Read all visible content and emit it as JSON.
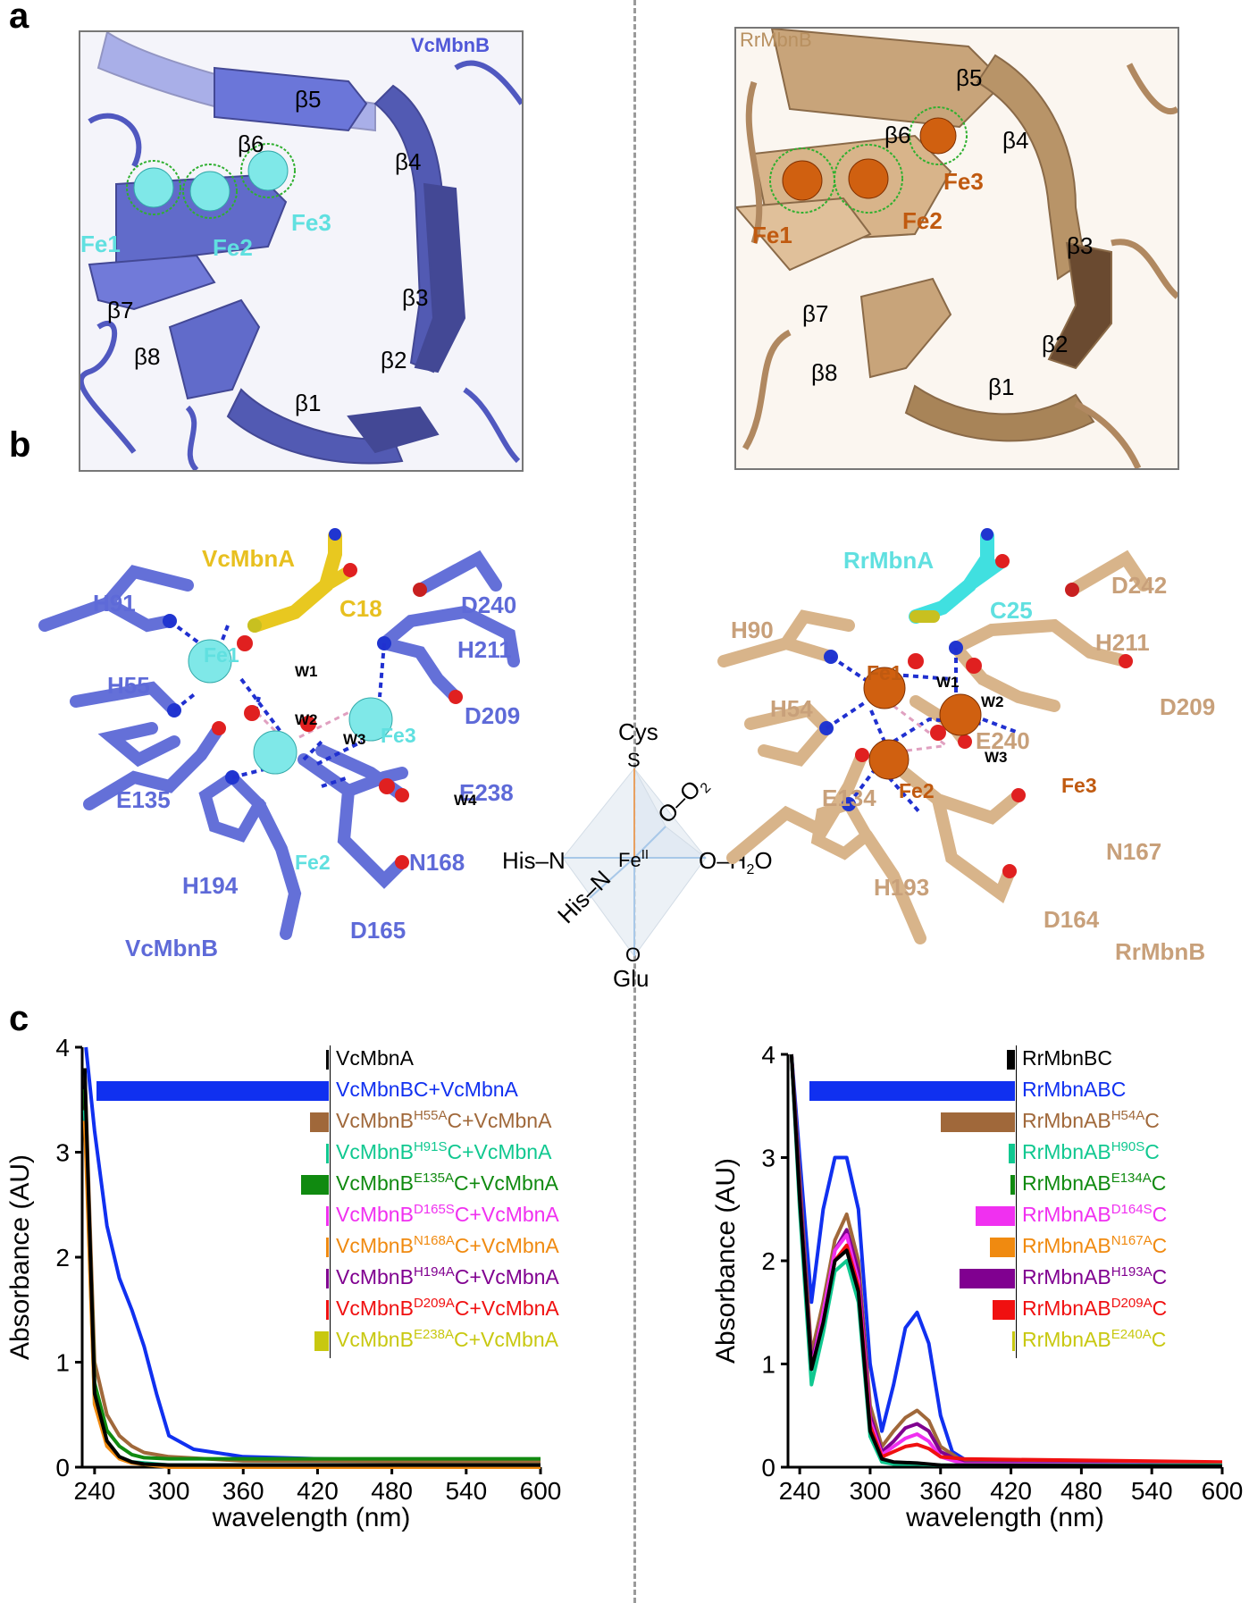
{
  "panels": {
    "a": "a",
    "b": "b",
    "c": "c"
  },
  "panel_a": {
    "left": {
      "protein": "VcMbnB",
      "color": "#6470d8",
      "strands": [
        "β5",
        "β6",
        "β4",
        "β3",
        "β2",
        "β1",
        "β7",
        "β8"
      ],
      "irons": [
        "Fe1",
        "Fe2",
        "Fe3"
      ],
      "iron_color": "#7fe8e8"
    },
    "right": {
      "protein": "RrMbnB",
      "color": "#d8b48a",
      "strands": [
        "β5",
        "β6",
        "β4",
        "β3",
        "β2",
        "β1",
        "β7",
        "β8"
      ],
      "irons": [
        "Fe1",
        "Fe2",
        "Fe3"
      ],
      "iron_color": "#d06010"
    }
  },
  "panel_b": {
    "left": {
      "chainA": "VcMbnA",
      "chainB": "VcMbnB",
      "chainA_color": "#e8c820",
      "residues": [
        "H91",
        "H55",
        "C18",
        "D240",
        "H211",
        "D209",
        "E135",
        "E238",
        "H194",
        "N168",
        "D165"
      ],
      "irons": [
        "Fe1",
        "Fe2",
        "Fe3"
      ],
      "waters": [
        "W1",
        "W2",
        "W3",
        "W4"
      ]
    },
    "right": {
      "chainA": "RrMbnA",
      "chainB": "RrMbnB",
      "chainA_color": "#40e0e0",
      "residues": [
        "H90",
        "H54",
        "C25",
        "D242",
        "H211",
        "D209",
        "E240",
        "E134",
        "H193",
        "N167",
        "D164"
      ],
      "irons": [
        "Fe1",
        "Fe2",
        "Fe3"
      ],
      "waters": [
        "W1",
        "W2",
        "W3"
      ]
    },
    "scheme": {
      "top": "Cys",
      "top_atom": "S",
      "center": "Fe",
      "center_sup": "II",
      "left": "His–N",
      "lower_left": "His–N",
      "right": "O–H",
      "right_sub": "2",
      "right_tail": "O",
      "upper_right": "O–O",
      "upper_right_sub": "2",
      "bottom_atom": "O",
      "bottom": "Glu"
    }
  },
  "chart_data": [
    {
      "type": "line",
      "ylabel": "Absorbance (AU)",
      "xlabel": "wavelength (nm)",
      "xlim": [
        230,
        600
      ],
      "ylim": [
        0,
        4
      ],
      "xticks": [
        240,
        300,
        360,
        420,
        480,
        540,
        600
      ],
      "yticks": [
        0,
        1,
        2,
        3,
        4
      ],
      "legend": [
        {
          "base": "VcMbnA",
          "sup": "",
          "tail": "",
          "color": "#000000",
          "bar": 0.0
        },
        {
          "base": "VcMbnBC+VcMbnA",
          "sup": "",
          "tail": "",
          "color": "#1030f0",
          "bar": 1.0
        },
        {
          "base": "VcMbnB",
          "sup": "H55A",
          "tail": "C+VcMbnA",
          "color": "#a0683a",
          "bar": 0.08
        },
        {
          "base": "VcMbnB",
          "sup": "H91S",
          "tail": "C+VcMbnA",
          "color": "#10c890",
          "bar": 0.01
        },
        {
          "base": "VcMbnB",
          "sup": "E135A",
          "tail": "C+VcMbnA",
          "color": "#108a10",
          "bar": 0.12
        },
        {
          "base": "VcMbnB",
          "sup": "D165S",
          "tail": "C+VcMbnA",
          "color": "#f030f0",
          "bar": 0.01
        },
        {
          "base": "VcMbnB",
          "sup": "N168A",
          "tail": "C+VcMbnA",
          "color": "#f08a10",
          "bar": 0.01
        },
        {
          "base": "VcMbnB",
          "sup": "H194A",
          "tail": "C+VcMbnA",
          "color": "#800090",
          "bar": 0.01
        },
        {
          "base": "VcMbnB",
          "sup": "D209A",
          "tail": "C+VcMbnA",
          "color": "#f01010",
          "bar": 0.01
        },
        {
          "base": "VcMbnB",
          "sup": "E238A",
          "tail": "C+VcMbnA",
          "color": "#c8c810",
          "bar": 0.06
        }
      ],
      "series": [
        {
          "name": "VcMbnBC+VcMbnA",
          "color": "#1030f0",
          "x": [
            233,
            240,
            250,
            260,
            270,
            280,
            290,
            300,
            320,
            360,
            420,
            600
          ],
          "y": [
            4.0,
            3.2,
            2.3,
            1.8,
            1.5,
            1.15,
            0.7,
            0.3,
            0.17,
            0.1,
            0.08,
            0.05
          ]
        },
        {
          "name": "VcMbnB H55A C+VcMbnA",
          "color": "#a0683a",
          "x": [
            232,
            240,
            250,
            260,
            270,
            280,
            300,
            360,
            600
          ],
          "y": [
            3.8,
            1.0,
            0.5,
            0.3,
            0.2,
            0.14,
            0.1,
            0.06,
            0.05
          ]
        },
        {
          "name": "VcMbnB E135A C+VcMbnA",
          "color": "#108a10",
          "x": [
            232,
            240,
            250,
            260,
            270,
            280,
            300,
            360,
            600
          ],
          "y": [
            3.6,
            0.8,
            0.35,
            0.2,
            0.12,
            0.09,
            0.08,
            0.08,
            0.08
          ]
        },
        {
          "name": "VcMbnB H91S C+VcMbnA",
          "color": "#10c890",
          "x": [
            232,
            240,
            250,
            260,
            270,
            300,
            600
          ],
          "y": [
            3.4,
            0.6,
            0.25,
            0.1,
            0.05,
            0.02,
            0.02
          ]
        },
        {
          "name": "VcMbnB N168A C+VcMbnA",
          "color": "#f08a10",
          "x": [
            232,
            240,
            250,
            260,
            270,
            300,
            600
          ],
          "y": [
            3.3,
            0.6,
            0.2,
            0.08,
            0.04,
            0.0,
            0.0
          ]
        },
        {
          "name": "VcMbnA",
          "color": "#000000",
          "x": [
            232,
            240,
            250,
            260,
            270,
            280,
            300,
            600
          ],
          "y": [
            3.8,
            0.7,
            0.25,
            0.1,
            0.05,
            0.03,
            0.02,
            0.02
          ]
        }
      ]
    },
    {
      "type": "line",
      "ylabel": "Absorbance (AU)",
      "xlabel": "wavelength (nm)",
      "xlim": [
        230,
        600
      ],
      "ylim": [
        0,
        4
      ],
      "xticks": [
        240,
        300,
        360,
        420,
        480,
        540,
        600
      ],
      "yticks": [
        0,
        1,
        2,
        3,
        4
      ],
      "legend": [
        {
          "base": "RrMbnBC",
          "sup": "",
          "tail": "",
          "color": "#000000",
          "bar": 0.04
        },
        {
          "base": "RrMbnABC",
          "sup": "",
          "tail": "",
          "color": "#1030f0",
          "bar": 1.0
        },
        {
          "base": "RrMbnAB",
          "sup": "H54A",
          "tail": "C",
          "color": "#a0683a",
          "bar": 0.36
        },
        {
          "base": "RrMbnAB",
          "sup": "H90S",
          "tail": "C",
          "color": "#10c890",
          "bar": 0.03
        },
        {
          "base": "RrMbnAB",
          "sup": "E134A",
          "tail": "C",
          "color": "#108a10",
          "bar": 0.02
        },
        {
          "base": "RrMbnAB",
          "sup": "D164S",
          "tail": "C",
          "color": "#f030f0",
          "bar": 0.19
        },
        {
          "base": "RrMbnAB",
          "sup": "N167A",
          "tail": "C",
          "color": "#f08a10",
          "bar": 0.12
        },
        {
          "base": "RrMbnAB",
          "sup": "H193A",
          "tail": "C",
          "color": "#800090",
          "bar": 0.27
        },
        {
          "base": "RrMbnAB",
          "sup": "D209A",
          "tail": "C",
          "color": "#f01010",
          "bar": 0.11
        },
        {
          "base": "RrMbnAB",
          "sup": "E240A",
          "tail": "C",
          "color": "#c8c810",
          "bar": 0.01
        }
      ],
      "series": [
        {
          "name": "RrMbnABC",
          "color": "#1030f0",
          "x": [
            233,
            240,
            250,
            260,
            270,
            280,
            290,
            300,
            310,
            320,
            330,
            340,
            350,
            360,
            370,
            380,
            400,
            600
          ],
          "y": [
            4.0,
            3.0,
            1.6,
            2.5,
            3.0,
            3.0,
            2.5,
            1.0,
            0.35,
            0.8,
            1.35,
            1.5,
            1.2,
            0.5,
            0.15,
            0.08,
            0.05,
            0.03
          ]
        },
        {
          "name": "RrMbnAB H54A C",
          "color": "#a0683a",
          "x": [
            233,
            240,
            250,
            260,
            270,
            280,
            290,
            300,
            310,
            320,
            330,
            340,
            350,
            360,
            380,
            600
          ],
          "y": [
            4.0,
            2.8,
            1.1,
            1.6,
            2.2,
            2.45,
            2.0,
            0.6,
            0.2,
            0.35,
            0.48,
            0.55,
            0.45,
            0.2,
            0.05,
            0.03
          ]
        },
        {
          "name": "RrMbnAB H193A C",
          "color": "#800090",
          "x": [
            233,
            240,
            250,
            260,
            270,
            280,
            290,
            300,
            310,
            320,
            330,
            340,
            350,
            360,
            380,
            600
          ],
          "y": [
            4.0,
            2.7,
            1.0,
            1.5,
            2.1,
            2.3,
            1.9,
            0.5,
            0.15,
            0.25,
            0.38,
            0.42,
            0.35,
            0.15,
            0.04,
            0.02
          ]
        },
        {
          "name": "RrMbnAB D164S C",
          "color": "#f030f0",
          "x": [
            233,
            240,
            250,
            260,
            270,
            280,
            290,
            300,
            310,
            320,
            330,
            340,
            350,
            360,
            380,
            600
          ],
          "y": [
            4.0,
            2.6,
            0.95,
            1.5,
            2.1,
            2.25,
            1.8,
            0.45,
            0.12,
            0.2,
            0.28,
            0.32,
            0.25,
            0.1,
            0.03,
            0.02
          ]
        },
        {
          "name": "RrMbnAB D209A C",
          "color": "#f01010",
          "x": [
            233,
            240,
            250,
            260,
            270,
            280,
            290,
            300,
            310,
            320,
            330,
            340,
            350,
            360,
            380,
            600
          ],
          "y": [
            4.0,
            2.6,
            0.95,
            1.4,
            2.0,
            2.15,
            1.75,
            0.4,
            0.1,
            0.15,
            0.2,
            0.22,
            0.18,
            0.1,
            0.08,
            0.05
          ]
        },
        {
          "name": "RrMbnAB H90S C",
          "color": "#10c890",
          "x": [
            233,
            240,
            250,
            260,
            270,
            280,
            290,
            300,
            310,
            320,
            340,
            360,
            600
          ],
          "y": [
            4.0,
            2.5,
            0.8,
            1.3,
            1.9,
            2.0,
            1.6,
            0.3,
            0.05,
            0.03,
            0.03,
            0.02,
            0.02
          ]
        },
        {
          "name": "RrMbnBC",
          "color": "#000000",
          "x": [
            233,
            240,
            250,
            260,
            270,
            280,
            290,
            300,
            310,
            320,
            340,
            360,
            600
          ],
          "y": [
            4.0,
            2.6,
            0.95,
            1.4,
            2.0,
            2.1,
            1.7,
            0.35,
            0.08,
            0.05,
            0.04,
            0.02,
            0.01
          ]
        }
      ]
    }
  ]
}
